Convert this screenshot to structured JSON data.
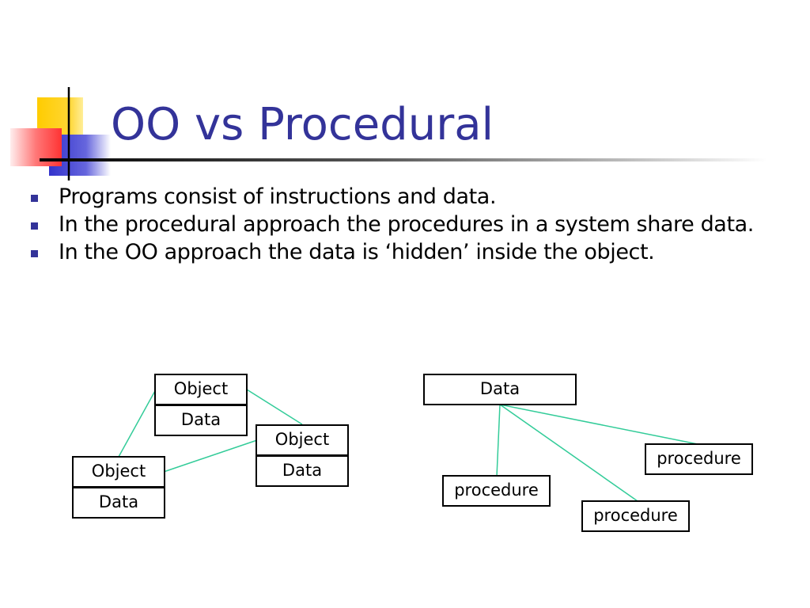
{
  "slide": {
    "title": "OO vs Procedural",
    "bullets": [
      "Programs consist of instructions and data.",
      "In the procedural approach the procedures in a system share data.",
      "In the OO approach the data is ‘hidden’ inside the object."
    ]
  },
  "oo_diagram": {
    "object_a": {
      "object_label": "Object",
      "data_label": "Data"
    },
    "object_b": {
      "object_label": "Object",
      "data_label": "Data"
    },
    "object_c": {
      "object_label": "Object",
      "data_label": "Data"
    }
  },
  "procedural_diagram": {
    "data_label": "Data",
    "procedure_labels": [
      "procedure",
      "procedure",
      "procedure"
    ]
  },
  "colors": {
    "title": "#333399",
    "bullet_marker": "#333399",
    "connector_line": "#33cc99",
    "logo_yellow": "#ffcc00",
    "logo_red": "#ff3333",
    "logo_blue": "#3333cc"
  }
}
